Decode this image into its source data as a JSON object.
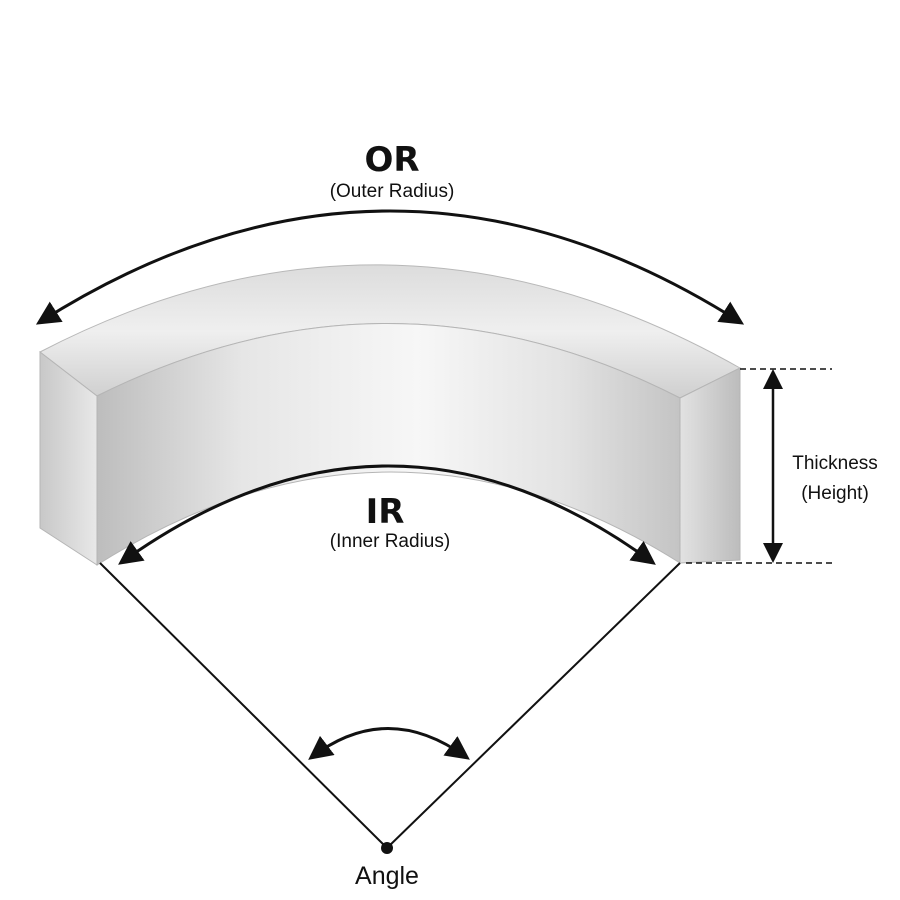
{
  "labels": {
    "or_title": "OR",
    "or_sub": "(Outer Radius)",
    "ir_title": "IR",
    "ir_sub": "(Inner Radius)",
    "thickness_line1": "Thickness",
    "thickness_line2": "(Height)",
    "angle": "Angle"
  },
  "colors": {
    "line": "#111111",
    "metal_light": "#f2f2f2",
    "metal_mid": "#d4d4d4",
    "metal_dark": "#a9a9a9"
  }
}
